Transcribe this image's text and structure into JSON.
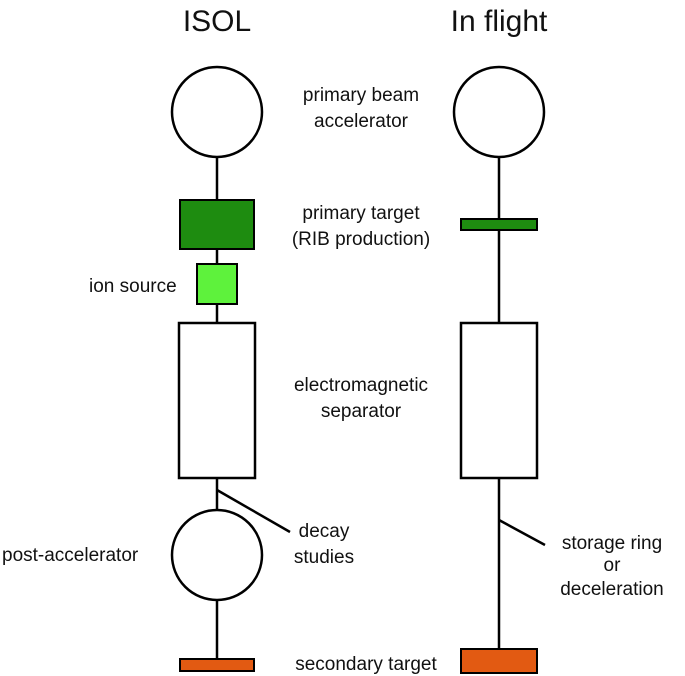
{
  "columns": {
    "isol": {
      "title": "ISOL"
    },
    "inflight": {
      "title": "In flight"
    }
  },
  "labels": {
    "primary_beam": [
      "primary beam",
      "accelerator"
    ],
    "primary_target": [
      "primary target",
      "(RIB production)"
    ],
    "ion_source": "ion source",
    "separator": [
      "electromagnetic",
      "separator"
    ],
    "decay": [
      "decay",
      "studies"
    ],
    "post_accelerator": "post-accelerator",
    "storage": [
      "storage ring",
      "or",
      "deceleration"
    ],
    "secondary_target": "secondary target"
  },
  "colors": {
    "primary_target": "#1e8c10",
    "ion_source": "#5ef23c",
    "secondary_target": "#e25a12",
    "stroke": "#000000"
  }
}
